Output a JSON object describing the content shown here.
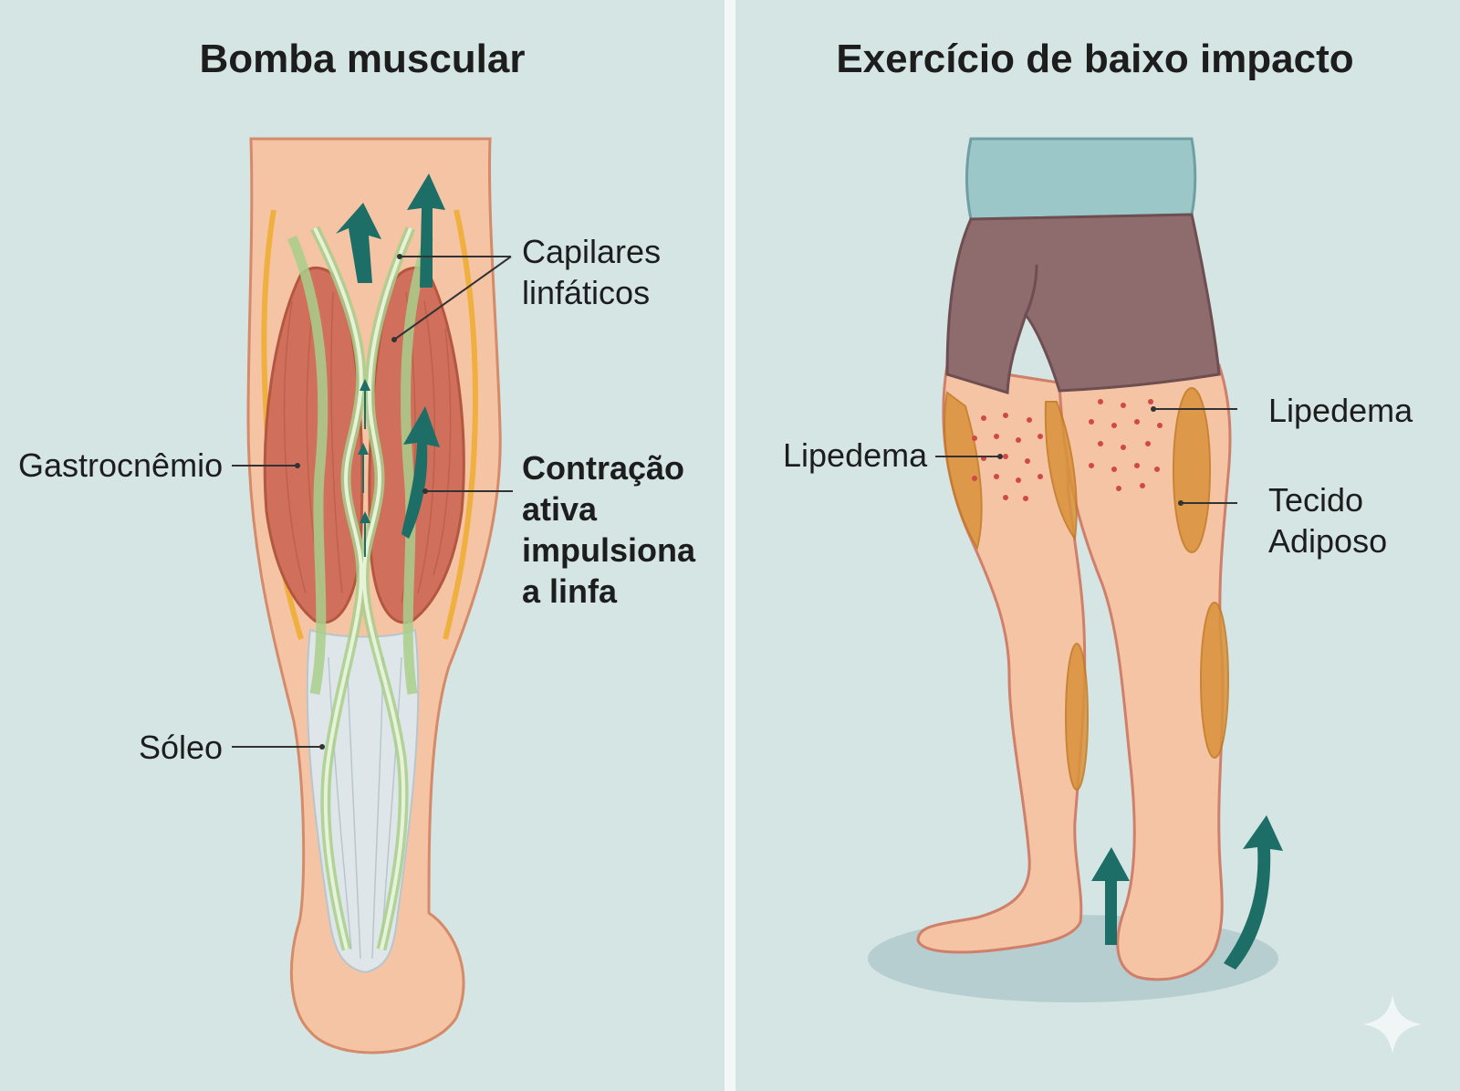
{
  "panels": {
    "left": {
      "title": "Bomba muscular",
      "labels": {
        "capillaries": [
          "Capilares",
          "linfáticos"
        ],
        "gastrocnemius": "Gastrocnêmio",
        "contraction": [
          "Contração",
          "ativa",
          "impulsiona",
          "a linfa"
        ],
        "soleus": "Sóleo"
      }
    },
    "right": {
      "title": "Exercício de baixo impacto",
      "labels": {
        "lipedema_left": "Lipedema",
        "lipedema_right": "Lipedema",
        "adipose": [
          "Tecido",
          "Adiposo"
        ]
      }
    }
  },
  "colors": {
    "background": "#d4e5e4",
    "skin": "#f4c4a4",
    "muscle": "#d0705c",
    "lymph": "#c9e3b4",
    "arrow": "#1d6e66",
    "fat": "#d9923a",
    "shorts": "#8e6b6c",
    "shirt": "#9cc7c9"
  }
}
